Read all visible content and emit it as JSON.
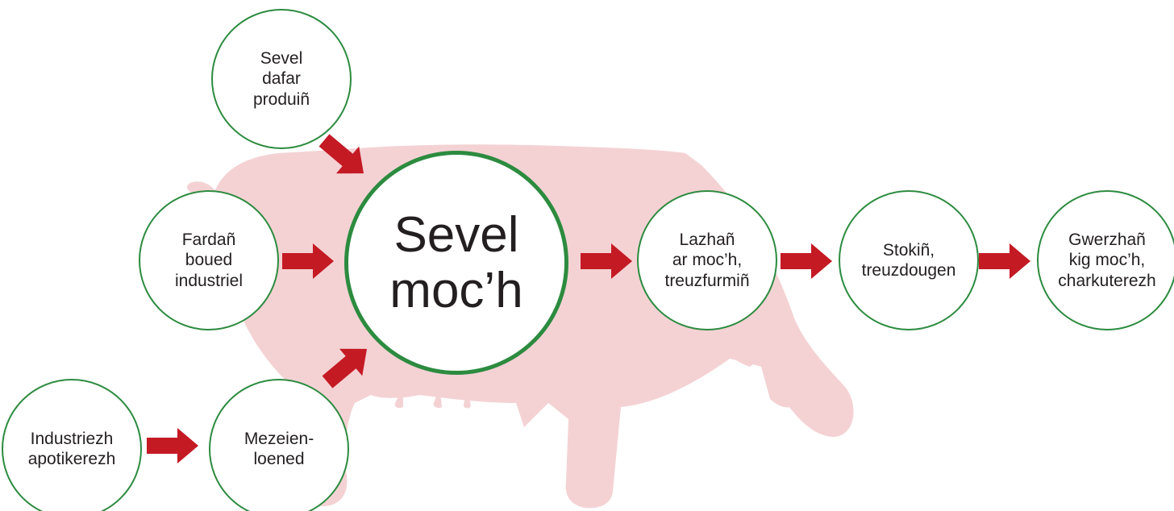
{
  "diagram": {
    "center": {
      "label": "Sevel\nmoc’h"
    },
    "inputs": [
      {
        "id": "sevel-dafar",
        "label": "Sevel\ndafar\nproduiñ"
      },
      {
        "id": "fardan-boued",
        "label": "Fardañ\nboued\nindustriel"
      },
      {
        "id": "mezeien",
        "label": "Mezeien-\nloened"
      },
      {
        "id": "industriezh",
        "label": "Industriezh\napotikerezh"
      }
    ],
    "chain": [
      {
        "id": "lazhan",
        "label": "Lazhañ\nar moc’h,\ntreuzfurmiñ"
      },
      {
        "id": "stokin",
        "label": "Stokiñ,\ntreuzdougen"
      },
      {
        "id": "gwerzhan",
        "label": "Gwerzhañ\nkig moc’h,\ncharkuterezh"
      }
    ]
  },
  "colors": {
    "node_border": "#2c8b3f",
    "arrow": "#c41a24",
    "pig_silhouette": "#f4d2d4",
    "text": "#231f20"
  },
  "icons": {
    "background": "pig-silhouette",
    "connector": "arrow-right"
  }
}
